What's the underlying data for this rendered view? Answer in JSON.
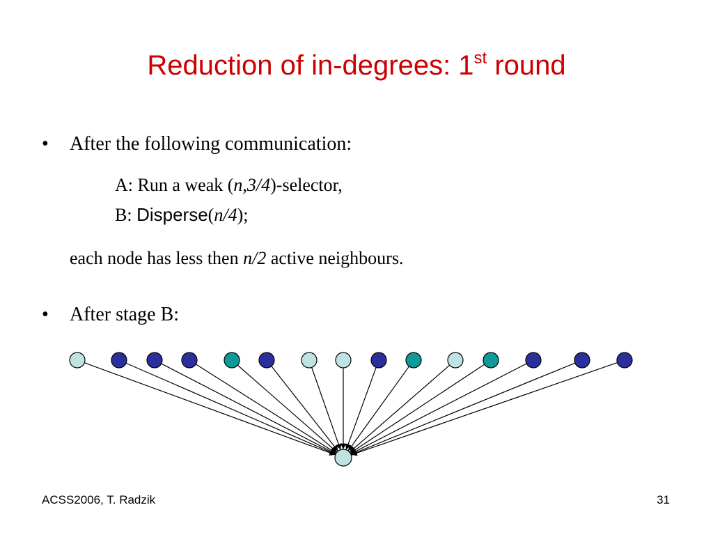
{
  "title": {
    "main": "Reduction of in-degrees: 1",
    "sup": "st",
    "tail": " round"
  },
  "bullets": [
    {
      "text": "After the following communication:"
    },
    {
      "text": "After stage B:"
    }
  ],
  "step_a": {
    "prefix": "A:  Run a weak (",
    "italic": "n,3/4",
    "suffix": ")-selector,"
  },
  "step_b": {
    "prefix": "B:  ",
    "name": "Disperse",
    "open": "(",
    "italic": "n/4",
    "close": ");"
  },
  "result": {
    "prefix": "each node has less then ",
    "italic": "n/2",
    "suffix": " active neighbours."
  },
  "diagram": {
    "node_colors": {
      "light": "#bfe3e3",
      "dark": "#2b2f9e",
      "teal": "#0e9a96"
    },
    "top_nodes": [
      "light",
      "dark",
      "dark",
      "dark",
      "teal",
      "dark",
      "light",
      "light",
      "dark",
      "teal",
      "light",
      "teal",
      "dark",
      "dark",
      "dark"
    ],
    "target_node": "light"
  },
  "footer": {
    "left": "ACSS2006, T. Radzik",
    "right": "31"
  }
}
